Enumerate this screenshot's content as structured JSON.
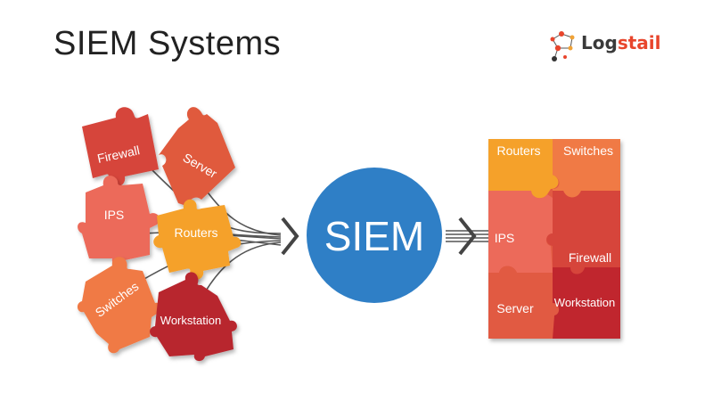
{
  "title": "SIEM Systems",
  "logo": {
    "prefix": "Log",
    "suffix": "stail",
    "icon": "logstail-network-icon"
  },
  "center": {
    "label": "SIEM",
    "color": "#2f7fc6"
  },
  "sources": [
    {
      "id": "firewall",
      "label": "Firewall",
      "color": "#d6453b"
    },
    {
      "id": "server",
      "label": "Server",
      "color": "#e05a3e"
    },
    {
      "id": "ips",
      "label": "IPS",
      "color": "#ec6a5a"
    },
    {
      "id": "routers",
      "label": "Routers",
      "color": "#f5a12c"
    },
    {
      "id": "switches",
      "label": "Switches",
      "color": "#f07a45"
    },
    {
      "id": "workstation",
      "label": "Workstation",
      "color": "#b8252f"
    }
  ],
  "result": {
    "routers": "Routers",
    "switches": "Switches",
    "ips": "IPS",
    "firewall": "Firewall",
    "server": "Server",
    "workstation": "Workstation"
  },
  "colors": {
    "routers": "#f5a12c",
    "switches": "#f07a45",
    "ips": "#ec6a5a",
    "firewall": "#d6453b",
    "server": "#e15a43",
    "workstation": "#c0282e",
    "connector": "#555555"
  }
}
